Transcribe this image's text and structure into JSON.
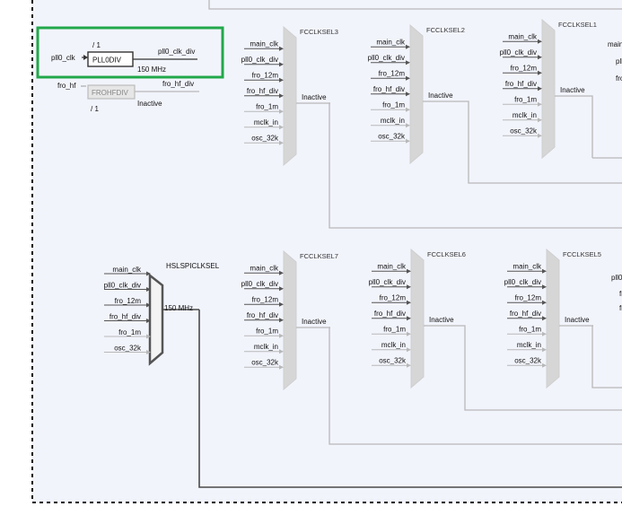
{
  "pll0div_block": {
    "input": "pll0_clk",
    "divider": "/ 1",
    "name": "PLL0DIV",
    "output": "pll0_clk_div",
    "freq": "150 MHz"
  },
  "frohfdiv_block": {
    "input": "fro_hf",
    "divider": "/ 1",
    "name": "FROHFDIV",
    "output": "fro_hf_div",
    "status": "Inactive"
  },
  "hslspi": {
    "name": "HSLSPICLKSEL",
    "inputs": [
      "main_clk",
      "pll0_clk_div",
      "fro_12m",
      "fro_hf_div",
      "fro_1m",
      "osc_32k"
    ],
    "freq": "150 MHz"
  },
  "fcclksel": [
    {
      "name": "FCCLKSEL3",
      "status": "Inactive",
      "inputs": [
        "main_clk",
        "pll0_clk_div",
        "fro_12m",
        "fro_hf_div",
        "fro_1m",
        "mclk_in",
        "osc_32k"
      ]
    },
    {
      "name": "FCCLKSEL2",
      "status": "Inactive",
      "inputs": [
        "main_clk",
        "pll0_clk_div",
        "fro_12m",
        "fro_hf_div",
        "fro_1m",
        "mclk_in",
        "osc_32k"
      ]
    },
    {
      "name": "FCCLKSEL1",
      "status": "Inactive",
      "inputs": [
        "main_clk",
        "pll0_clk_div",
        "fro_12m",
        "fro_hf_div",
        "fro_1m",
        "mclk_in",
        "osc_32k"
      ]
    },
    {
      "name": "FCCLKSEL7",
      "status": "Inactive",
      "inputs": [
        "main_clk",
        "pll0_clk_div",
        "fro_12m",
        "fro_hf_div",
        "fro_1m",
        "mclk_in",
        "osc_32k"
      ]
    },
    {
      "name": "FCCLKSEL6",
      "status": "Inactive",
      "inputs": [
        "main_clk",
        "pll0_clk_div",
        "fro_12m",
        "fro_hf_div",
        "fro_1m",
        "mclk_in",
        "osc_32k"
      ]
    },
    {
      "name": "FCCLKSEL5",
      "status": "Inactive",
      "inputs": [
        "main_clk",
        "pll0_clk_div",
        "fro_12m",
        "fro_hf_div",
        "fro_1m",
        "mclk_in",
        "osc_32k"
      ]
    }
  ],
  "edge_fragments": [
    "main_clk",
    "pll0_clk_div",
    "fro_12m",
    "pll0",
    "fro"
  ],
  "colors": {
    "background": "#f2f4fc",
    "highlight": "#22a84a",
    "mux_inactive": "#d6d6d6",
    "mux_active": "#555555",
    "wire_inactive": "#b8b8b8",
    "wire_active": "#4a4a4a",
    "border_dash": "#111111"
  }
}
